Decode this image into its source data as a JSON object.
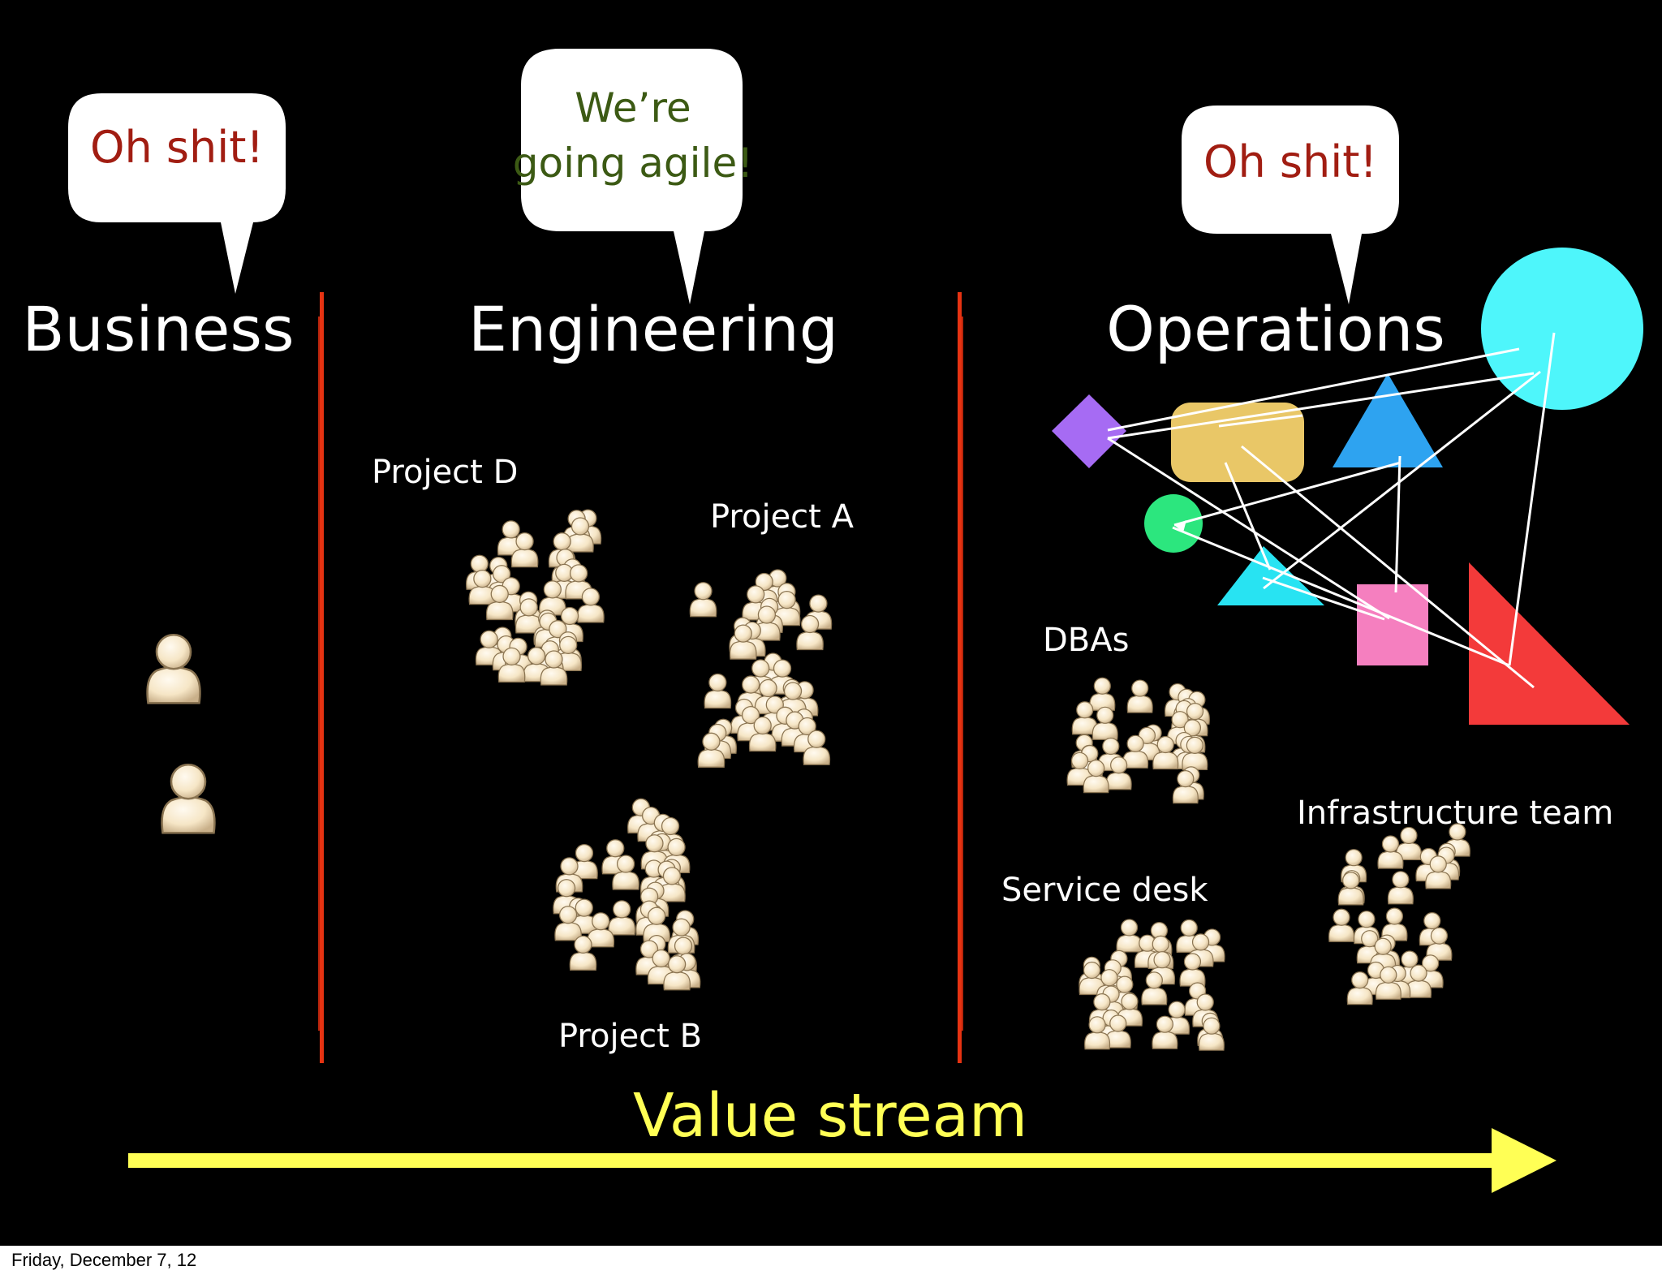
{
  "slide": {
    "columns": {
      "business": "Business",
      "engineering": "Engineering",
      "operations": "Operations"
    },
    "bubbles": {
      "business": "Oh shit!",
      "engineering_line1": "We’re",
      "engineering_line2": "going agile!",
      "operations": "Oh shit!"
    },
    "teams": {
      "project_d": "Project D",
      "project_a": "Project A",
      "project_b": "Project B",
      "dbas": "DBAs",
      "service_desk": "Service desk",
      "infrastructure": "Infrastructure team"
    },
    "value_stream": "Value stream",
    "colors": {
      "background": "#000000",
      "divider": "#e63312",
      "value_stream": "#ffff55",
      "bubble_red_text": "#a11d12",
      "bubble_green_text": "#3c5a14",
      "person": "#f6e6c6"
    }
  },
  "footer": {
    "date": "Friday, December 7, 12"
  }
}
